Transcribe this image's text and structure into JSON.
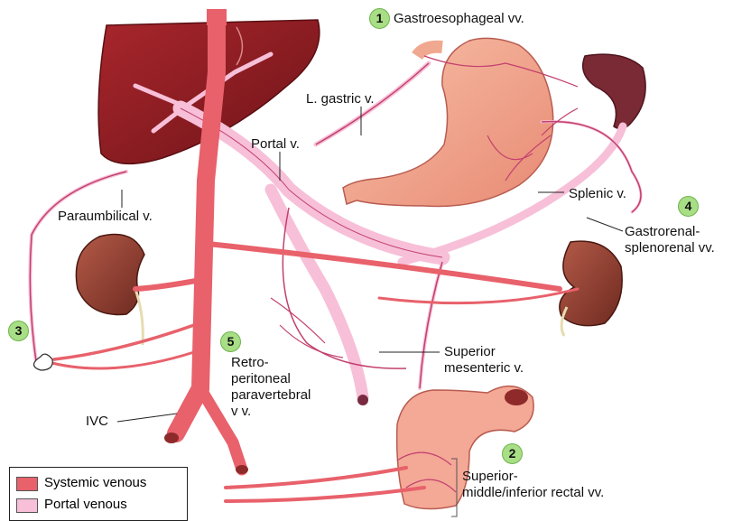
{
  "labels": {
    "gastroesophageal": "Gastroesophageal vv.",
    "l_gastric": "L. gastric v.",
    "portal": "Portal v.",
    "paraumbilical": "Paraumbilical v.",
    "splenic": "Splenic v.",
    "gastrorenal_1": "Gastrorenal-",
    "gastrorenal_2": "splenorenal vv.",
    "retro_1": "Retro-",
    "retro_2": "peritoneal",
    "retro_3": "paravertebral",
    "retro_4": "v v.",
    "superior_1": "Superior",
    "superior_2": "mesenteric v.",
    "ivc": "IVC",
    "rectal_1": "Superior-",
    "rectal_2": "middle/inferior rectal vv."
  },
  "badges": {
    "b1": "1",
    "b2": "2",
    "b3": "3",
    "b4": "4",
    "b5": "5"
  },
  "legend": {
    "systemic": {
      "label": "Systemic venous",
      "color": "#e8616b"
    },
    "portal": {
      "label": "Portal venous",
      "color": "#f7c0d8"
    }
  },
  "colors": {
    "systemic": "#e8616b",
    "portal": "#f7c0d8",
    "liver": "#8e1e22",
    "kidney": "#8c3a2c",
    "stomach": "#f2a890",
    "spleen": "#7a2a34",
    "badge": "#a8de86"
  }
}
